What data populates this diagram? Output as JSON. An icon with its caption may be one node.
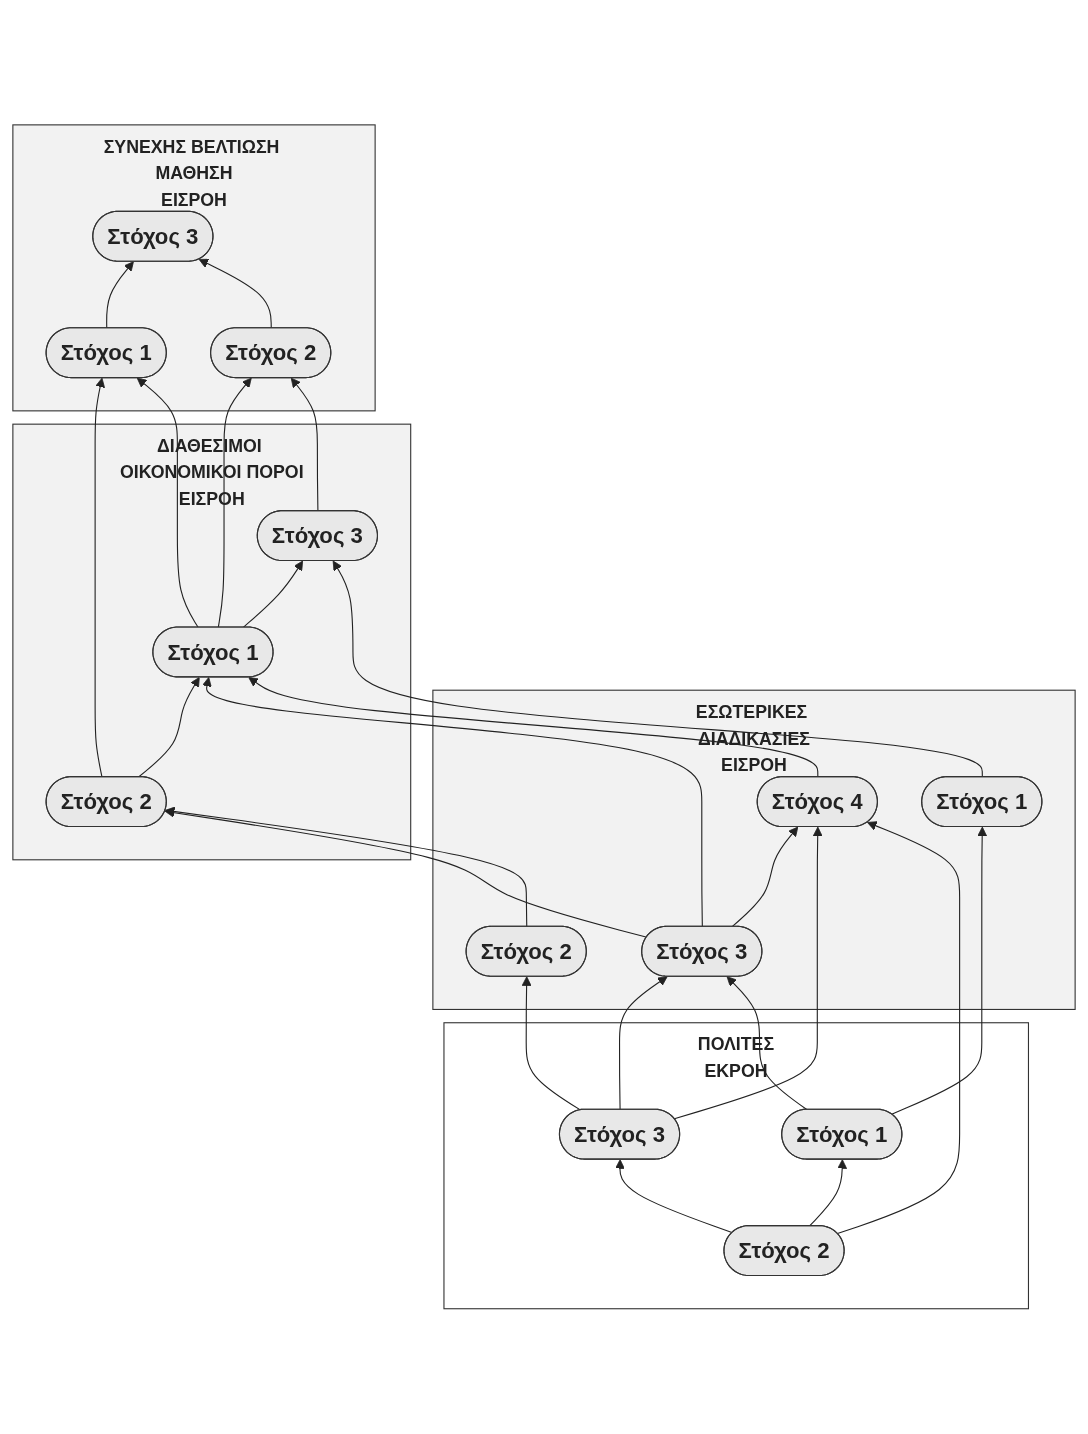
{
  "diagram": {
    "nodes": [
      {
        "text": [
          "ΣΥΝΕΧΗΣ ΒΕΛΤΙΩΣΗ ΜΑΘΗΣΗ",
          "ΕΙΣΡΟΗ"
        ]
      },
      {
        "text": [
          "Στόχος 3"
        ],
        "in": 0
      },
      {
        "text": [
          "Στόχος 1"
        ],
        "in": 0
      },
      {
        "text": [
          "Στόχος 2"
        ],
        "in": 0
      },
      {
        "text": [
          "ΔΙΑΘΕΣΙΜΟΙ ΟΙΚΟΝΟΜΙΚΟΙ ΠΟΡΟΙ",
          "ΕΙΣΡΟΗ"
        ]
      },
      {
        "text": [
          "Στόχος 2"
        ],
        "in": 4
      },
      {
        "text": [
          "Στόχος 3"
        ],
        "in": 4
      },
      {
        "text": [
          "Στόχος 1"
        ],
        "in": 4
      },
      {
        "text": [
          "ΕΣΩΤΕΡΙΚΕΣ ΔΙΑΔΙΚΑΣΙΕΣ",
          "ΕΙΣΡΟΗ"
        ]
      },
      {
        "text": [
          "Στόχος 3"
        ],
        "in": 8
      },
      {
        "text": [
          "Στόχος 4"
        ],
        "in": 8
      },
      {
        "text": [
          "Στόχος 2"
        ],
        "in": 8
      },
      {
        "text": [
          "Στόχος 1"
        ],
        "in": 8
      },
      {
        "text": [
          "ΠΟΛΙΤΕΣ",
          "ΕΚΡΟΗ"
        ]
      },
      {
        "text": [
          "Στόχος 3"
        ],
        "in": 13
      },
      {
        "text": [
          "Στόχος 1"
        ],
        "in": 13
      },
      {
        "text": [
          "Στόχος 2"
        ],
        "in": 13
      }
    ],
    "edges": [
      {
        "from": 2,
        "to": 1,
        "arrow": "to"
      },
      {
        "from": 3,
        "to": 1,
        "arrow": "to"
      },
      {
        "from": 5,
        "to": 2,
        "arrow": "to"
      },
      {
        "from": 7,
        "to": 2,
        "arrow": "to"
      },
      {
        "from": 7,
        "to": 3,
        "arrow": "to"
      },
      {
        "from": 6,
        "to": 3,
        "arrow": "to"
      },
      {
        "from": 5,
        "to": 7,
        "arrow": "to"
      },
      {
        "from": 7,
        "to": 6,
        "arrow": "to"
      },
      {
        "from": 9,
        "to": 5,
        "arrow": "to"
      },
      {
        "from": 9,
        "to": 7,
        "arrow": "to"
      },
      {
        "from": 10,
        "to": 7,
        "arrow": "to"
      },
      {
        "from": 9,
        "to": 10,
        "arrow": "to"
      },
      {
        "from": 11,
        "to": 5,
        "arrow": "to"
      },
      {
        "from": 12,
        "to": 6,
        "arrow": "to"
      },
      {
        "from": 14,
        "to": 9,
        "arrow": "to"
      },
      {
        "from": 14,
        "to": 11,
        "arrow": "to"
      },
      {
        "from": 15,
        "to": 12,
        "arrow": "to"
      },
      {
        "from": 15,
        "to": 9,
        "arrow": "to"
      },
      {
        "from": 14,
        "to": 10,
        "arrow": "to"
      },
      {
        "from": 16,
        "to": 10,
        "arrow": "to"
      },
      {
        "from": 16,
        "to": 14,
        "arrow": "to"
      },
      {
        "from": 16,
        "to": 15,
        "arrow": "to"
      }
    ]
  }
}
